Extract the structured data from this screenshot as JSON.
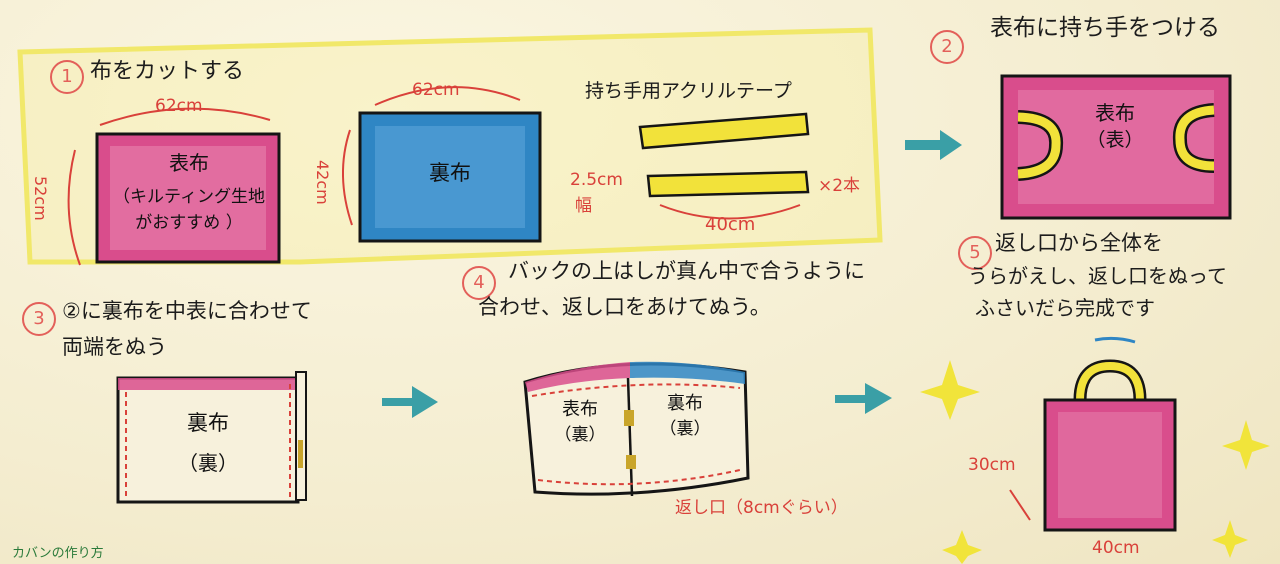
{
  "colors": {
    "outer_fabric": "#d94d8c",
    "lining_fabric": "#2f86c4",
    "handle_tape": "#f2e23a",
    "arrow": "#3a9fa6",
    "dimension_red": "#d9413a",
    "highlight_box": "#f1e86a"
  },
  "steps": [
    {
      "number": "1",
      "title": "布をカットする"
    },
    {
      "number": "2",
      "title": "表布に持ち手をつける"
    },
    {
      "number": "3",
      "line1": "②に裏布を中表に合わせて",
      "line2": "両端をぬう"
    },
    {
      "number": "4",
      "line1": "バックの上はしが真ん中で合うように",
      "line2": "合わせ、返し口をあけてぬう。"
    },
    {
      "number": "5",
      "line1": "返し口から全体を",
      "line2": "うらがえし、返し口をぬって",
      "line3": "ふさいだら完成です"
    }
  ],
  "step1": {
    "outer": {
      "width": "62cm",
      "height": "52cm",
      "label": "表布",
      "note1": "（キルティング生地",
      "note2": "がおすすめ ）"
    },
    "lining": {
      "width": "62cm",
      "height": "42cm",
      "label": "裏布"
    },
    "tape": {
      "title": "持ち手用アクリルテープ",
      "width": "2.5cm",
      "width_word": "幅",
      "length": "40cm",
      "count": "×2本"
    }
  },
  "step2": {
    "label": "表布",
    "sub": "（表）"
  },
  "step3": {
    "label": "裏布",
    "sub": "（裏）"
  },
  "step4": {
    "outer": "表布",
    "outer_sub": "（裏）",
    "lining": "裏布",
    "lining_sub": "（裏）",
    "opening": "返し口（8cmぐらい）"
  },
  "step5": {
    "height": "30cm",
    "width": "40cm"
  },
  "footer": "カバンの作り方"
}
